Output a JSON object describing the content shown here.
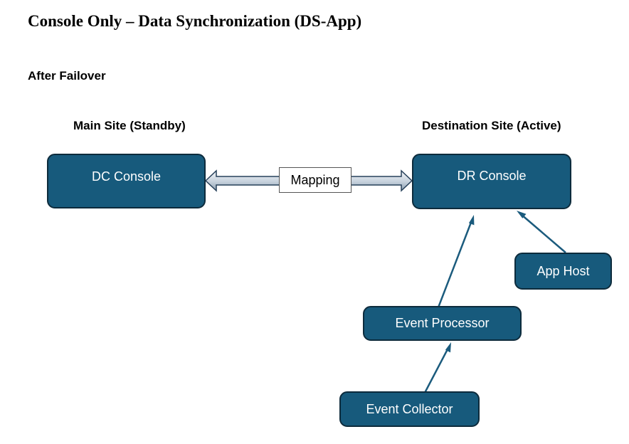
{
  "header": {
    "title": "Console Only – Data Synchronization (DS-App)",
    "subtitle": "After Failover"
  },
  "sites": {
    "main": "Main Site (Standby)",
    "destination": "Destination Site (Active)"
  },
  "nodes": {
    "dc_console": "DC Console",
    "dr_console": "DR Console",
    "app_host": "App Host",
    "event_processor": "Event Processor",
    "event_collector": "Event Collector"
  },
  "connectors": {
    "mapping": "Mapping"
  },
  "colors": {
    "node_fill": "#175a7c",
    "node_border": "#0d2b3c",
    "arrow": "#1b5b7d"
  }
}
